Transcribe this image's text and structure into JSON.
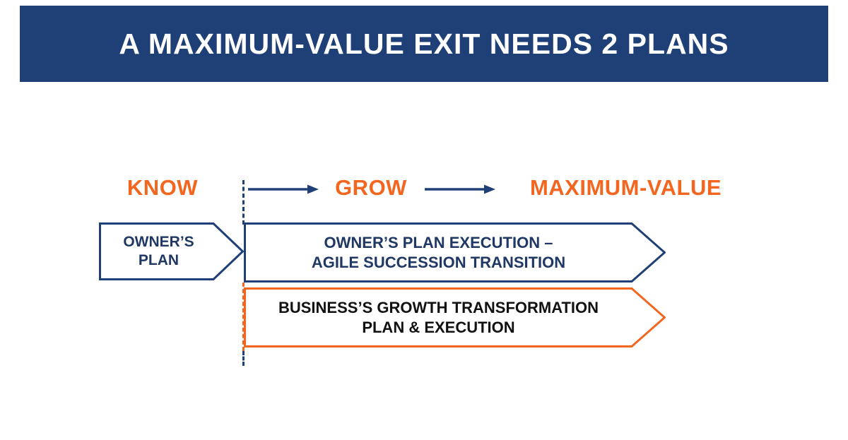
{
  "colors": {
    "navy": "#1F4077",
    "orange": "#F2661F",
    "banner_background": "#1F4077",
    "banner_text": "#FFFFFF",
    "navy_text": "#1F3864",
    "dark_text": "#111111",
    "shape_fill": "#FFFFFF"
  },
  "banner": {
    "title": "A MAXIMUM-VALUE EXIT NEEDS 2 PLANS"
  },
  "phases": [
    {
      "label": "KNOW"
    },
    {
      "label": "GROW"
    },
    {
      "label": "MAXIMUM-VALUE"
    }
  ],
  "shapes": {
    "owner_plan": {
      "line1": "OWNER’S",
      "line2": "PLAN"
    },
    "owner_execution": {
      "line1": "OWNER’S PLAN EXECUTION –",
      "line2": "AGILE SUCCESSION TRANSITION"
    },
    "growth": {
      "line1": "BUSINESS’S GROWTH TRANSFORMATION",
      "line2": "PLAN & EXECUTION"
    }
  },
  "icons": {
    "flow_arrow_1": "right-arrow",
    "flow_arrow_2": "right-arrow",
    "timeline": "dashed-vertical-line"
  }
}
